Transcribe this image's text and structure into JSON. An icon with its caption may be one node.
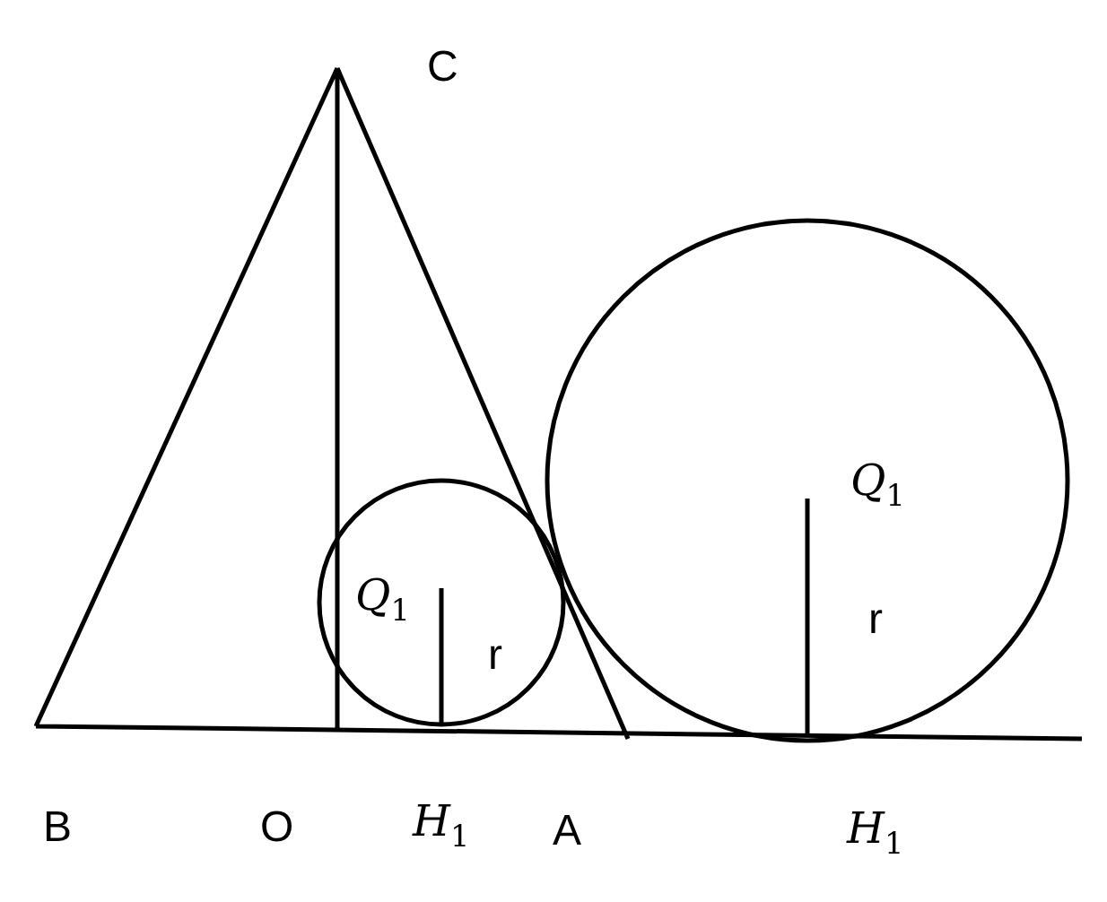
{
  "diagram": {
    "labels": [
      "C",
      "Q$_{1}$",
      "Q$_{1}$",
      "r",
      "r",
      "B",
      "O",
      "H$_{1}$",
      "A",
      "H$_{1}$"
    ]
  }
}
